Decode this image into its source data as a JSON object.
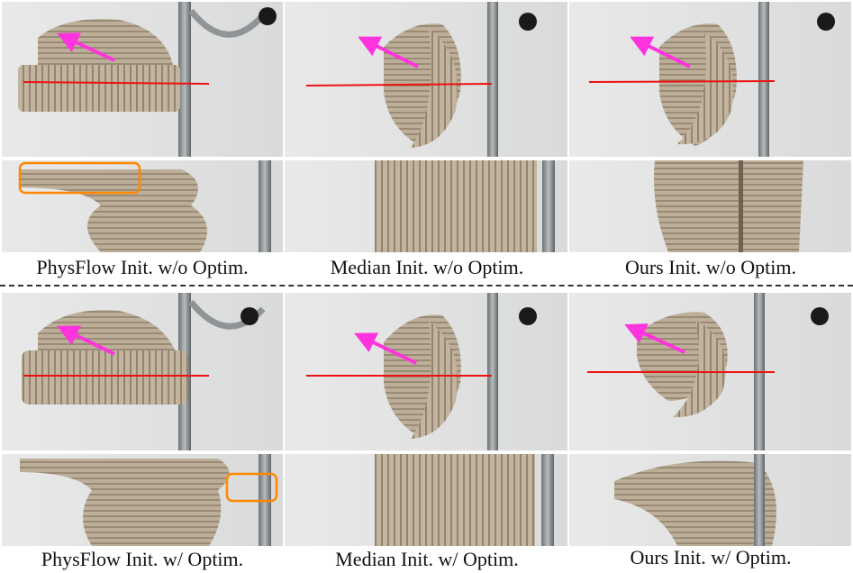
{
  "colors": {
    "arrow": "#ff33dd",
    "line": "#ee1111",
    "highlight_box": "#ff8800",
    "hat": "#b9aa94",
    "rack": "#8f9496"
  },
  "groups": [
    {
      "columns": [
        {
          "caption": "PhysFlow Init. w/o Optim.",
          "highlight": true
        },
        {
          "caption": "Median Init. w/o Optim.",
          "highlight": false
        },
        {
          "caption": "Ours Init. w/o Optim.",
          "highlight": false
        }
      ]
    },
    {
      "columns": [
        {
          "caption": "PhysFlow Init. w/ Optim.",
          "highlight": true
        },
        {
          "caption": "Median Init. w/ Optim.",
          "highlight": false
        },
        {
          "caption": "Ours Init. w/ Optim.",
          "highlight": false
        }
      ]
    }
  ]
}
